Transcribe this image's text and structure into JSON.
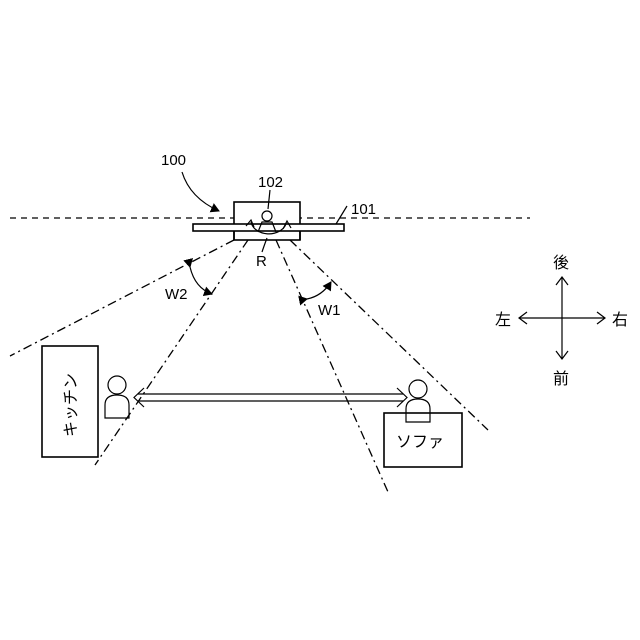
{
  "labels": {
    "device_ref": "100",
    "sensor_ref": "102",
    "panel_ref": "101",
    "rotation_ref": "R",
    "angle_left_ref": "W2",
    "angle_right_ref": "W1"
  },
  "zones": {
    "kitchen": "キッチン",
    "sofa": "ソファ"
  },
  "compass": {
    "back": "後",
    "front": "前",
    "left": "左",
    "right": "右"
  }
}
